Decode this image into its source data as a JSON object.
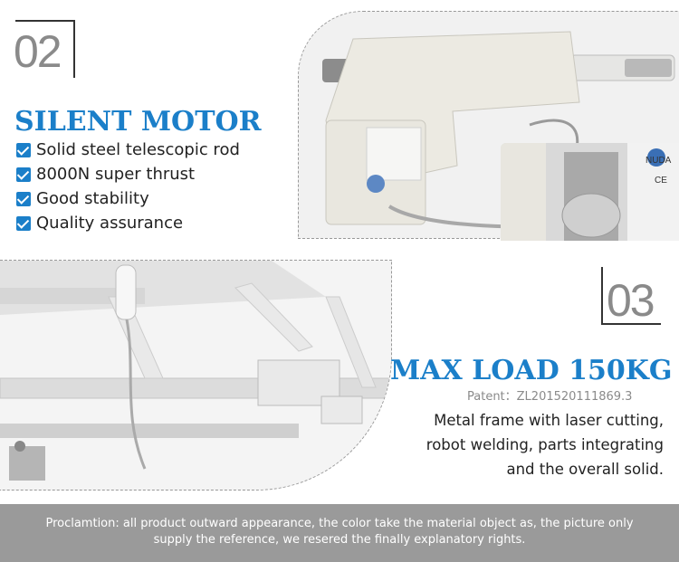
{
  "section_one": {
    "number": "02",
    "title": "SILENT MOTOR",
    "features": [
      "Solid steel telescopic rod",
      "8000N super thrust",
      "Good stability",
      "Quality assurance"
    ],
    "label_brand": "NUDA",
    "label_mark": "CE"
  },
  "section_two": {
    "number": "03",
    "title": "MAX LOAD 150KG",
    "patent": "Patent：ZL201520111869.3",
    "description": [
      "Metal frame with laser cutting,",
      "robot welding, parts integrating",
      "and the overall solid."
    ]
  },
  "footer": {
    "lines": [
      "Proclamtion: all product outward appearance, the color take the material object as, the picture only",
      "supply the reference, we resered the finally explanatory rights."
    ]
  },
  "colors": {
    "accent": "#1b7fc9",
    "footer_bg": "#9a9a9a"
  }
}
